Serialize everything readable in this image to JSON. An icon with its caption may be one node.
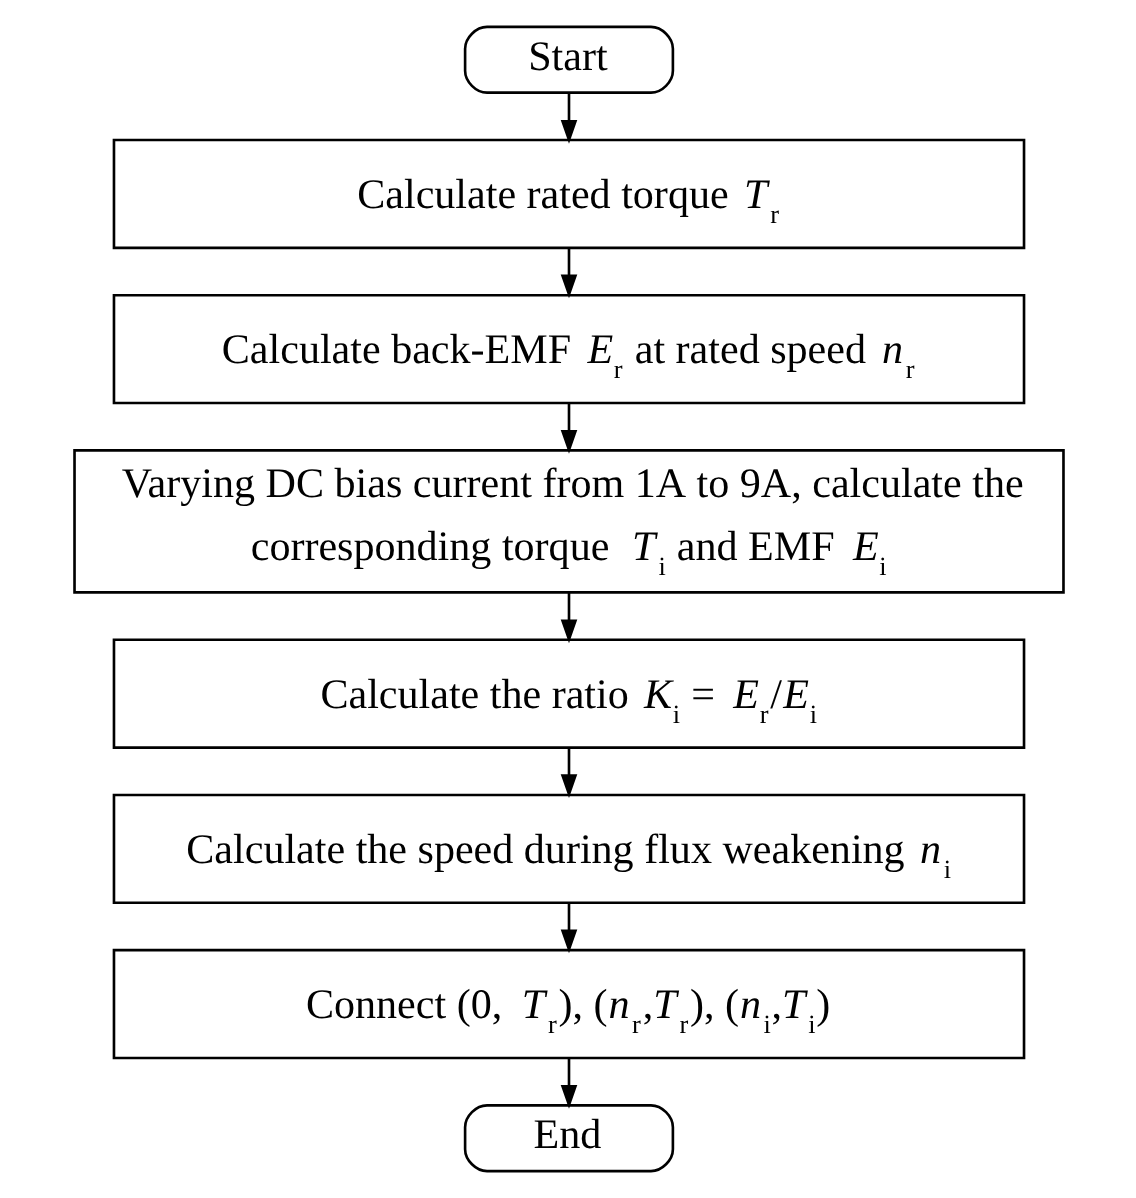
{
  "diagram": {
    "nodes": [
      {
        "text": [
          "Start"
        ]
      },
      {
        "text": [
          "Calculate rated torque *T*$_{r}$"
        ]
      },
      {
        "text": [
          "Calculate back-EMF *E*$_{r}$ at rated speed *n*$_{r}$"
        ]
      },
      {
        "text": [
          "Varying DC bias current from 1A to 9A, calculate the corresponding torque *T*$_{i}$ and EMF *E*$_{i}$"
        ]
      },
      {
        "text": [
          "Calculate the ratio *K*$_{i}$ = *E*$_{r}$/*E*$_{i}$"
        ]
      },
      {
        "text": [
          "Calculate the speed during flux weakening *n*$_{i}$"
        ]
      },
      {
        "text": [
          "Connect (0, *T*$_{r}$), (*n*$_{r}$,*T*$_{r}$), (*n*$_{i}$,*T*$_{i}$)"
        ]
      },
      {
        "text": [
          "End"
        ]
      }
    ],
    "edges": [
      {
        "from": 0,
        "to": 1,
        "arrow": "to"
      },
      {
        "from": 1,
        "to": 2,
        "arrow": "to"
      },
      {
        "from": 2,
        "to": 3,
        "arrow": "to"
      },
      {
        "from": 3,
        "to": 4,
        "arrow": "to"
      },
      {
        "from": 4,
        "to": 5,
        "arrow": "to"
      },
      {
        "from": 5,
        "to": 6,
        "arrow": "to"
      },
      {
        "from": 6,
        "to": 7,
        "arrow": "to"
      }
    ]
  }
}
